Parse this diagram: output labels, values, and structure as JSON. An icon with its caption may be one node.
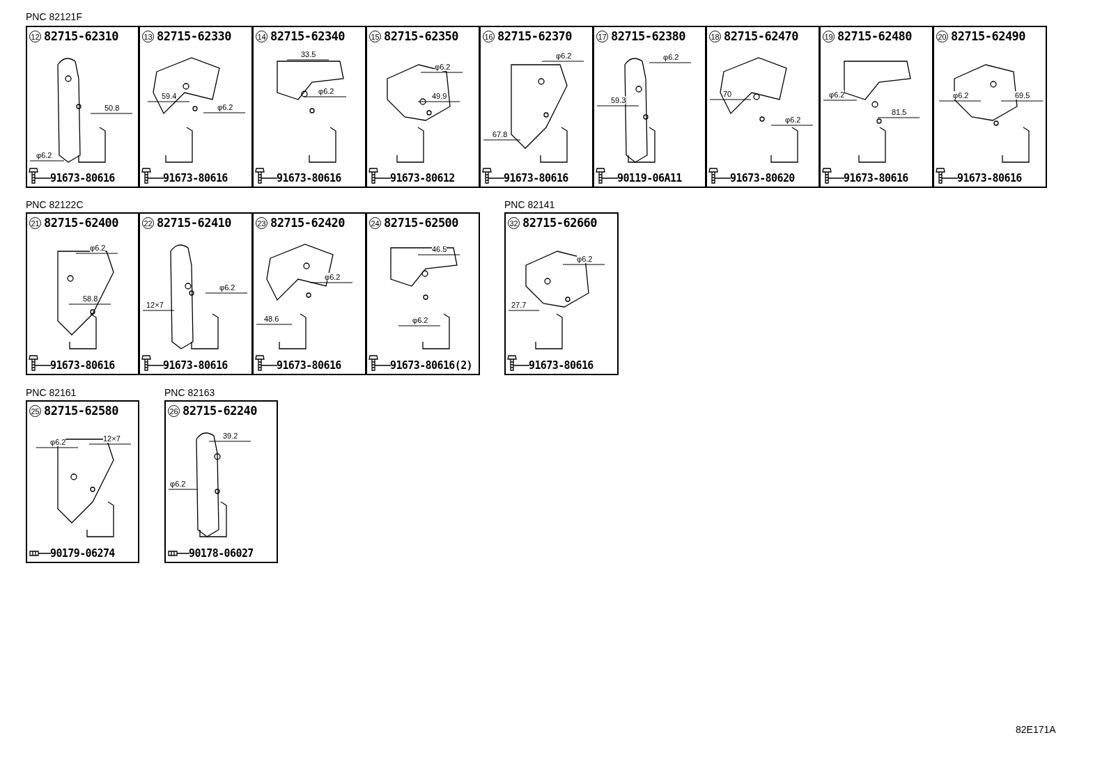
{
  "diagram": {
    "nodes": [
      {
        "text": [
          "12",
          "82715-62310",
          "50.8",
          "φ6.2",
          "91673-80616"
        ]
      },
      {
        "text": [
          "13",
          "82715-62330",
          "59.4",
          "φ6.2",
          "91673-80616"
        ]
      },
      {
        "text": [
          "14",
          "82715-62340",
          "33.5",
          "φ6.2",
          "91673-80616"
        ]
      },
      {
        "text": [
          "15",
          "82715-62350",
          "φ6.2",
          "49.9",
          "91673-80612"
        ]
      },
      {
        "text": [
          "16",
          "82715-62370",
          "φ6.2",
          "67.8",
          "91673-80616"
        ]
      },
      {
        "text": [
          "17",
          "82715-62380",
          "φ6.2",
          "59.3",
          "90119-06A11"
        ]
      },
      {
        "text": [
          "18",
          "82715-62470",
          "70",
          "φ6.2",
          "91673-80620"
        ]
      },
      {
        "text": [
          "19",
          "82715-62480",
          "φ6.2",
          "81.5",
          "91673-80616"
        ]
      },
      {
        "text": [
          "20",
          "82715-62490",
          "φ6.2",
          "69.5",
          "91673-80616"
        ]
      },
      {
        "text": [
          "21",
          "82715-62400",
          "φ6.2",
          "58.8",
          "91673-80616"
        ]
      },
      {
        "text": [
          "22",
          "82715-62410",
          "φ6.2",
          "12×7",
          "91673-80616"
        ]
      },
      {
        "text": [
          "23",
          "82715-62420",
          "φ6.2",
          "48.6",
          "91673-80616"
        ]
      },
      {
        "text": [
          "24",
          "82715-62500",
          "46.5",
          "φ6.2",
          "91673-80616(2)"
        ]
      },
      {
        "text": [
          "32",
          "82715-62660",
          "φ6.2",
          "27.7",
          "91673-80616"
        ]
      },
      {
        "text": [
          "25",
          "82715-62580",
          "φ6.2",
          "12×7",
          "90179-06274"
        ]
      },
      {
        "text": [
          "26",
          "82715-62240",
          "39.2",
          "φ6.2",
          "90178-06027"
        ]
      }
    ],
    "labels": [
      "PNC 82121F",
      "PNC 82122C",
      "PNC 82141",
      "PNC 82161",
      "PNC 82163",
      "82E171A"
    ]
  }
}
